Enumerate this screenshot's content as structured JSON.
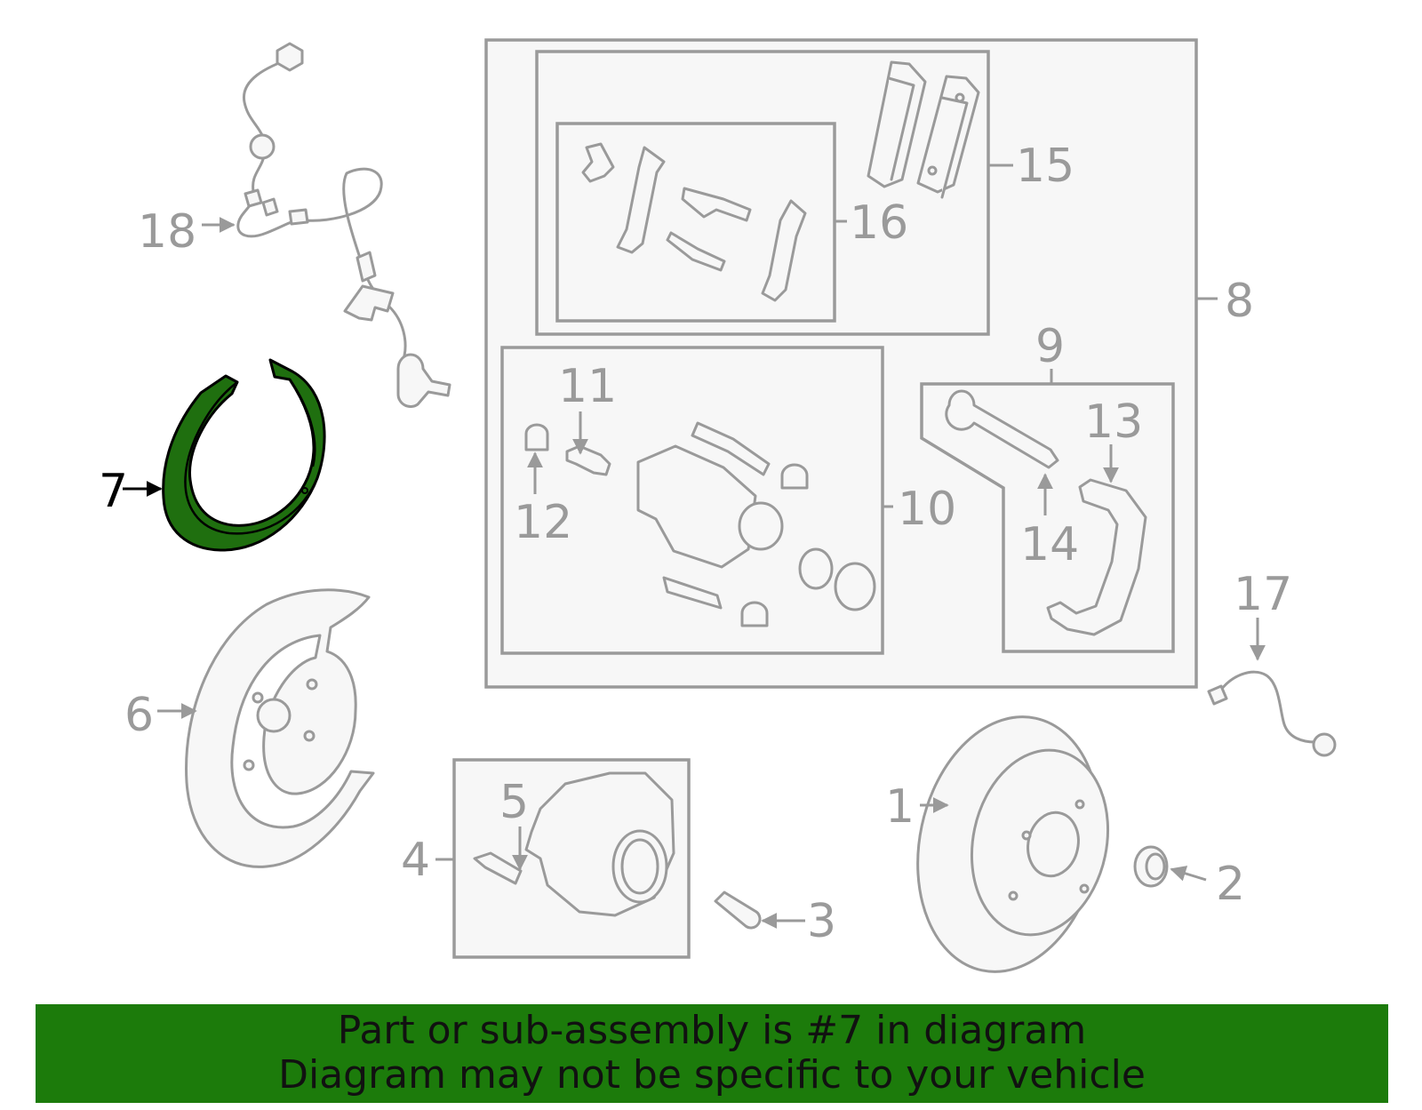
{
  "callouts": {
    "c1": "1",
    "c2": "2",
    "c3": "3",
    "c4": "4",
    "c5": "5",
    "c6": "6",
    "c7": "7",
    "c8": "8",
    "c9": "9",
    "c10": "10",
    "c11": "11",
    "c12": "12",
    "c13": "13",
    "c14": "14",
    "c15": "15",
    "c16": "16",
    "c17": "17",
    "c18": "18"
  },
  "highlight": {
    "part_number": "7",
    "color": "#1f6f0f"
  },
  "banner": {
    "line1": "Part or sub-assembly is #7 in diagram",
    "line2": "Diagram may not be specific to your vehicle",
    "background": "#1c7b0b"
  }
}
